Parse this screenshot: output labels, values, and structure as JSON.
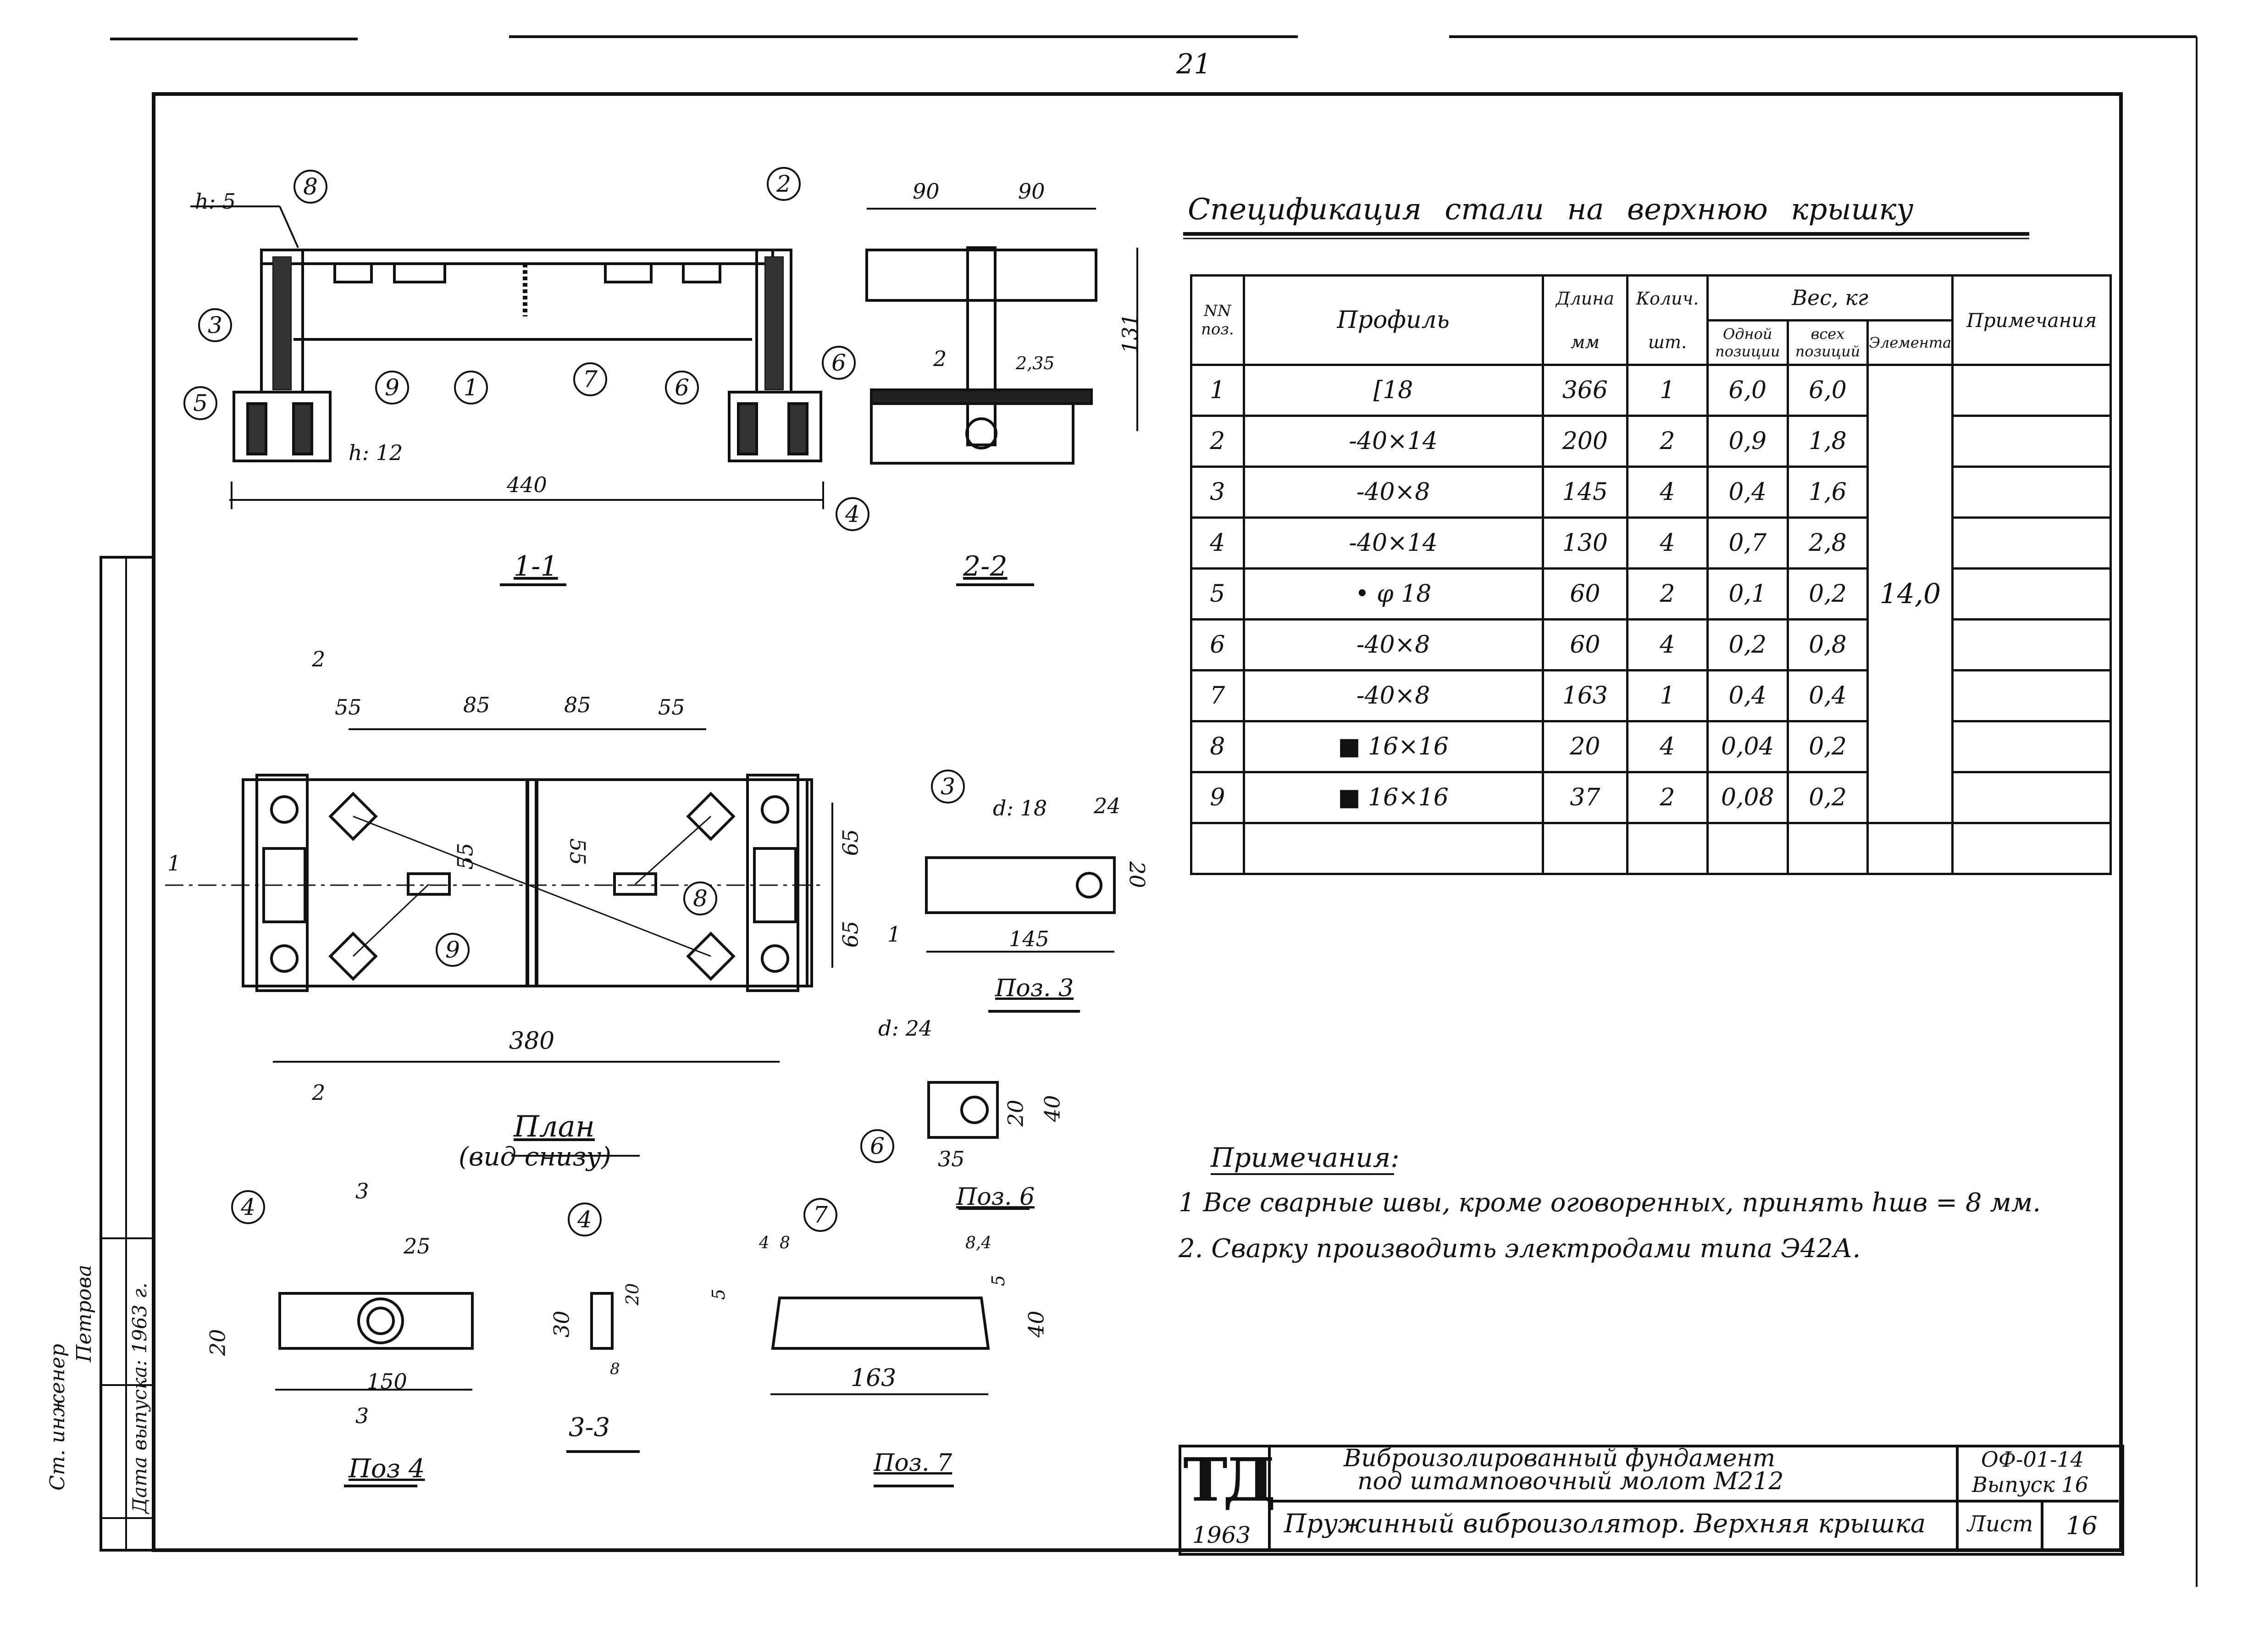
{
  "page_number": "21",
  "spec": {
    "title": "Спецификация стали на верхнюю крышку",
    "headers": {
      "pos": "NN поз.",
      "profile": "Профиль",
      "length": "Длина",
      "length_unit": "мм",
      "qty": "Колич.",
      "qty_unit": "шт.",
      "weight": "Вес, кг",
      "weight_one": "Одной позиции",
      "weight_all": "всех позиций",
      "weight_element": "Элемента",
      "notes": "Примечания"
    },
    "rows": [
      {
        "pos": "1",
        "profile": "[18",
        "length": "366",
        "qty": "1",
        "one": "6,0",
        "all": "6,0"
      },
      {
        "pos": "2",
        "profile": "-40×14",
        "length": "200",
        "qty": "2",
        "one": "0,9",
        "all": "1,8"
      },
      {
        "pos": "3",
        "profile": "-40×8",
        "length": "145",
        "qty": "4",
        "one": "0,4",
        "all": "1,6"
      },
      {
        "pos": "4",
        "profile": "-40×14",
        "length": "130",
        "qty": "4",
        "one": "0,7",
        "all": "2,8"
      },
      {
        "pos": "5",
        "profile": "• φ 18",
        "length": "60",
        "qty": "2",
        "one": "0,1",
        "all": "0,2"
      },
      {
        "pos": "6",
        "profile": "-40×8",
        "length": "60",
        "qty": "4",
        "one": "0,2",
        "all": "0,8"
      },
      {
        "pos": "7",
        "profile": "-40×8",
        "length": "163",
        "qty": "1",
        "one": "0,4",
        "all": "0,4"
      },
      {
        "pos": "8",
        "profile": "■ 16×16",
        "length": "20",
        "qty": "4",
        "one": "0,04",
        "all": "0,2"
      },
      {
        "pos": "9",
        "profile": "■ 16×16",
        "length": "37",
        "qty": "2",
        "one": "0,08",
        "all": "0,2"
      }
    ],
    "element_weight": "14,0"
  },
  "notes": {
    "title": "Примечания:",
    "line1": "1 Все сварные швы, кроме оговоренных, принять hшв = 8 мм.",
    "line2": "2. Сварку производить электродами типа Э42А."
  },
  "views": {
    "section_1_1": "1-1",
    "section_2_2": "2-2",
    "section_3_3": "3-3",
    "plan": "План",
    "plan_sub": "(вид снизу)",
    "pos3": "Поз. 3",
    "pos4": "Поз 4",
    "pos6": "Поз. 6",
    "pos7": "Поз. 7"
  },
  "dims": {
    "h5": "h: 5",
    "h12": "h: 12",
    "d440": "440",
    "d90a": "90",
    "d90b": "90",
    "d131": "131",
    "d2": "2",
    "d235": "2,35",
    "d55a": "55",
    "d85a": "85",
    "d85b": "85",
    "d55b": "55",
    "d55c": "55",
    "d55d": "55",
    "d65a": "65",
    "d65b": "65",
    "d380": "380",
    "d18": "d: 18",
    "d24": "24",
    "d20": "20",
    "d145": "145",
    "dd24": "d: 24",
    "d20b": "20",
    "d40": "40",
    "d35": "35",
    "d25": "25",
    "d20c": "20",
    "d150": "150",
    "d30": "30",
    "d20d": "20",
    "d8": "8",
    "d4": "4",
    "d8b": "8",
    "d84": "8,4",
    "d5": "5",
    "d5b": "5",
    "d40b": "40",
    "d163": "163",
    "s1": "1",
    "s2": "2",
    "s3": "3"
  },
  "callouts": [
    "1",
    "2",
    "3",
    "4",
    "5",
    "6",
    "7",
    "8",
    "9"
  ],
  "title_block": {
    "logo": "ТД",
    "year": "1963",
    "project_line1": "Виброизолированный фундамент",
    "project_line2": "под штамповочный молот М212",
    "sheet_title": "Пружинный виброизолятор. Верхняя крышка",
    "code": "ОФ-01-14",
    "issue": "Выпуск 16",
    "sheet_label": "Лист",
    "sheet_number": "16"
  },
  "side_stamp": {
    "role1": "Ст. инженер",
    "name1": "Петрова",
    "date_label": "Дата выпуска: 1963 г."
  }
}
